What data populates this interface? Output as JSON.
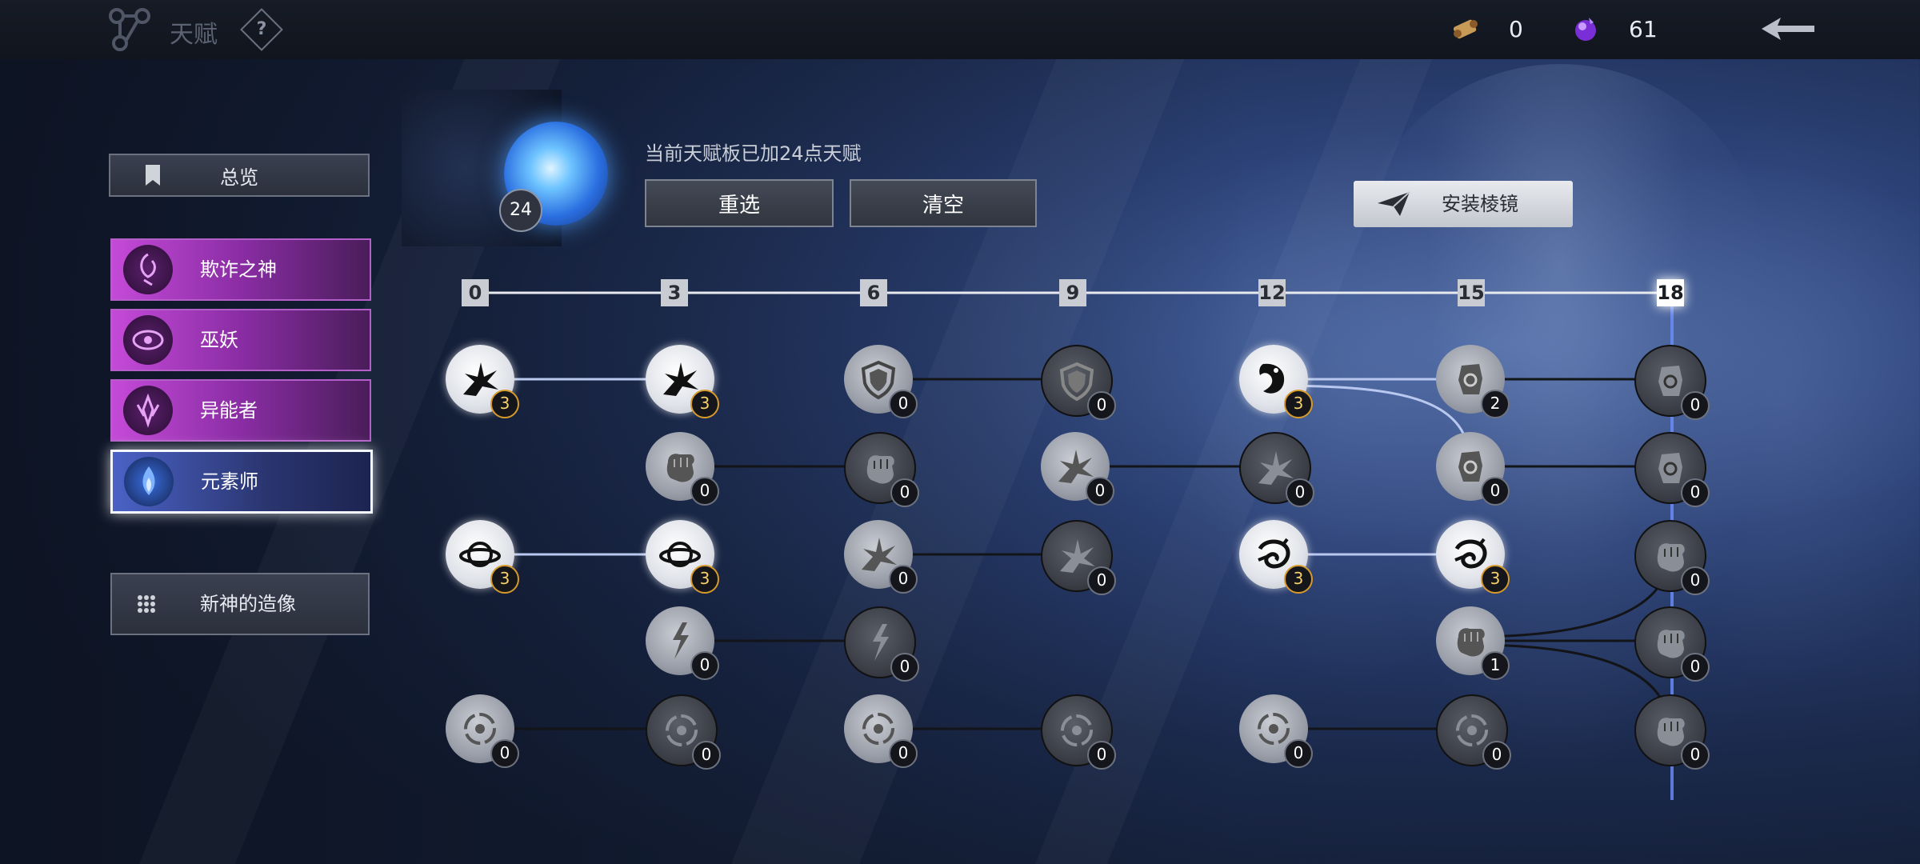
{
  "topbar": {
    "title": "天赋",
    "help": "?",
    "resource_1": "0",
    "resource_2": "61"
  },
  "sidebar": {
    "overview": "总览",
    "categories": [
      {
        "label": "欺诈之神",
        "active": false
      },
      {
        "label": "巫妖",
        "active": false
      },
      {
        "label": "异能者",
        "active": false
      },
      {
        "label": "元素师",
        "active": true
      }
    ],
    "statue": "新神的造像"
  },
  "header": {
    "points": "24",
    "status": "当前天赋板已加24点天赋",
    "reset_label": "重选",
    "clear_label": "清空",
    "install_label": "安装棱镜"
  },
  "ticks": [
    "0",
    "3",
    "6",
    "9",
    "12",
    "15",
    "18"
  ],
  "nodes": [
    {
      "icon": "burst-icon",
      "count": "3",
      "state": "lit"
    },
    {
      "icon": "burst-icon",
      "count": "3",
      "state": "lit"
    },
    {
      "icon": "shield-icon",
      "count": "0",
      "state": "dim"
    },
    {
      "icon": "shield-icon",
      "count": "0",
      "state": "dark"
    },
    {
      "icon": "beast-icon",
      "count": "3",
      "state": "lit"
    },
    {
      "icon": "gauntlet-icon",
      "count": "2",
      "state": "dim"
    },
    {
      "icon": "gauntlet-icon",
      "count": "0",
      "state": "dark"
    },
    {
      "icon": "fist-icon",
      "count": "0",
      "state": "dim"
    },
    {
      "icon": "fist-icon",
      "count": "0",
      "state": "dark"
    },
    {
      "icon": "burst-icon",
      "count": "0",
      "state": "dim"
    },
    {
      "icon": "burst-icon",
      "count": "0",
      "state": "dark"
    },
    {
      "icon": "gauntlet-icon",
      "count": "0",
      "state": "dim"
    },
    {
      "icon": "gauntlet-icon",
      "count": "0",
      "state": "dark"
    },
    {
      "icon": "orb-icon",
      "count": "3",
      "state": "lit"
    },
    {
      "icon": "orb-icon",
      "count": "3",
      "state": "lit"
    },
    {
      "icon": "burst-icon",
      "count": "0",
      "state": "dim"
    },
    {
      "icon": "burst-icon",
      "count": "0",
      "state": "dark"
    },
    {
      "icon": "vortex-icon",
      "count": "3",
      "state": "lit"
    },
    {
      "icon": "vortex-icon",
      "count": "3",
      "state": "lit"
    },
    {
      "icon": "fist-icon",
      "count": "0",
      "state": "dark"
    },
    {
      "icon": "lightning-icon",
      "count": "0",
      "state": "dim"
    },
    {
      "icon": "lightning-icon",
      "count": "0",
      "state": "dark"
    },
    {
      "icon": "fist-icon",
      "count": "1",
      "state": "dim"
    },
    {
      "icon": "fist-icon",
      "count": "0",
      "state": "dark"
    },
    {
      "icon": "element-cycle-icon",
      "count": "0",
      "state": "dim"
    },
    {
      "icon": "element-cycle-icon",
      "count": "0",
      "state": "dark"
    },
    {
      "icon": "element-cycle-icon",
      "count": "0",
      "state": "dim"
    },
    {
      "icon": "element-cycle-icon",
      "count": "0",
      "state": "dark"
    },
    {
      "icon": "element-cycle-icon",
      "count": "0",
      "state": "dim"
    },
    {
      "icon": "element-cycle-icon",
      "count": "0",
      "state": "dark"
    },
    {
      "icon": "fist-icon",
      "count": "0",
      "state": "dark"
    }
  ]
}
